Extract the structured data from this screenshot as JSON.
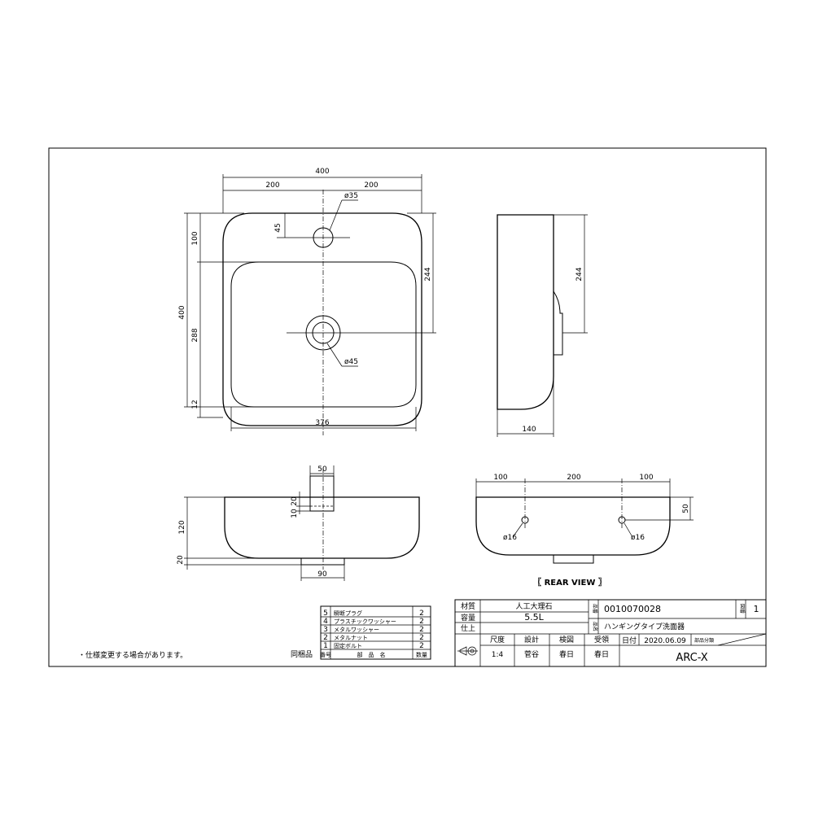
{
  "dimensions": {
    "top_width": "400",
    "half_left": "200",
    "half_right": "200",
    "overflow_dia": "ø35",
    "overflow_offset": "45",
    "top_margin": "100",
    "total_depth": "400",
    "bowl_depth": "288",
    "bottom_margin": "12",
    "bowl_width": "376",
    "drain_dia": "ø45",
    "drain_center_from_back": "244",
    "side_depth": "140",
    "side_drain_from_back": "244",
    "front_plug_width": "50",
    "front_dim_20": "20",
    "front_dim_10": "10",
    "front_height": "120",
    "front_bottom": "20",
    "front_base_width": "90",
    "rear_left": "100",
    "rear_mid": "200",
    "rear_right": "100",
    "rear_hole_height": "50",
    "rear_hole_left": "ø16",
    "rear_hole_right": "ø16"
  },
  "rear_view_label": "〖 REAR VIEW 〗",
  "note": "・仕様変更する場合があります。",
  "parts": {
    "group_label": "同梱品",
    "header": {
      "no": "番号",
      "name": "部　品　名",
      "qty": "数量"
    },
    "rows": [
      {
        "no": "5",
        "name": "瞬断プラグ",
        "qty": "2"
      },
      {
        "no": "4",
        "name": "プラスチックワッシャー",
        "qty": "2"
      },
      {
        "no": "3",
        "name": "メタルワッシャー",
        "qty": "2"
      },
      {
        "no": "2",
        "name": "メタルナット",
        "qty": "2"
      },
      {
        "no": "1",
        "name": "固定ボルト",
        "qty": "2"
      }
    ]
  },
  "title_block": {
    "material_label": "材質",
    "material_value": "人工大理石",
    "capacity_label": "容量",
    "capacity_value": "5.5L",
    "finish_label": "仕上",
    "finish_value": "",
    "part_no_label": "品番",
    "part_no_value": "0010070028",
    "name_label": "品名",
    "name_value": "ハンギングタイプ洗面器",
    "sheet_label": "図番",
    "sheet_value": "1",
    "scale_label": "尺度",
    "scale_value": "1:4",
    "design_label": "設計",
    "design_value": "菅谷",
    "check_label": "検図",
    "check_value": "春日",
    "approve_label": "受領",
    "approve_value": "春日",
    "date_label": "日付",
    "date_value": "2020.06.09",
    "category_label": "部品分類",
    "brand": "ARC-X"
  }
}
